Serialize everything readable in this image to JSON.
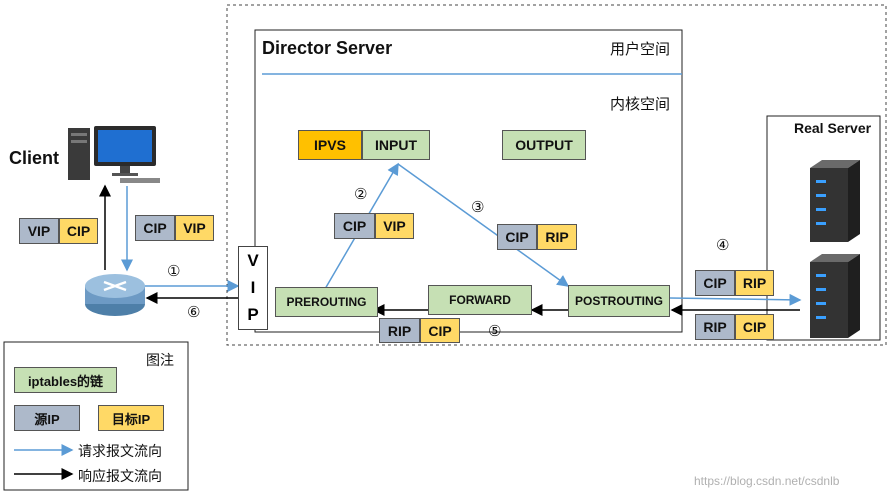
{
  "director": {
    "title": "Director Server",
    "user_space": "用户空间",
    "kernel_space": "内核空间"
  },
  "real_server": {
    "title": "Real Server"
  },
  "client": {
    "label": "Client"
  },
  "vip_letters": [
    "V",
    "I",
    "P"
  ],
  "chains": {
    "ipvs": "IPVS",
    "input": "INPUT",
    "output": "OUTPUT",
    "prerouting": "PREROUTING",
    "forward": "FORWARD",
    "postrouting": "POSTROUTING"
  },
  "packets": {
    "client_response": [
      "VIP",
      "CIP"
    ],
    "client_request": [
      "CIP",
      "VIP"
    ],
    "step2": [
      "CIP",
      "VIP"
    ],
    "step3": [
      "CIP",
      "RIP"
    ],
    "step4_request": [
      "CIP",
      "RIP"
    ],
    "step4_response": [
      "RIP",
      "CIP"
    ],
    "step5": [
      "RIP",
      "CIP"
    ]
  },
  "steps": {
    "s1": "①",
    "s2": "②",
    "s3": "③",
    "s4": "④",
    "s5": "⑤",
    "s6": "⑥"
  },
  "legend": {
    "title": "图注",
    "chain": "iptables的链",
    "source": "源IP",
    "dest": "目标IP",
    "request_flow": "请求报文流向",
    "response_flow": "响应报文流向"
  },
  "watermark": "https://blog.csdn.net/csdnlb",
  "colors": {
    "request": "#5b9bd5",
    "response": "#000000",
    "chain": "#c6e0b4",
    "source": "#adb9ca",
    "dest": "#ffd966",
    "ipvs": "#ffc000"
  }
}
